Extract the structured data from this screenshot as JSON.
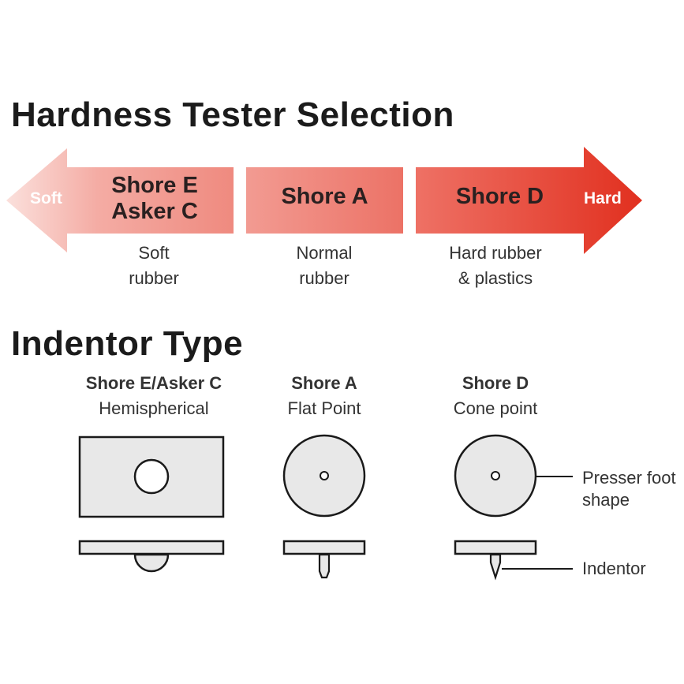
{
  "section1": {
    "title": "Hardness Tester Selection",
    "end_soft": "Soft",
    "end_hard": "Hard",
    "scales": [
      {
        "name_line1": "Shore E",
        "name_line2": "Asker C",
        "desc_line1": "Soft",
        "desc_line2": "rubber"
      },
      {
        "name_line1": "Shore A",
        "name_line2": "",
        "desc_line1": "Normal",
        "desc_line2": "rubber"
      },
      {
        "name_line1": "Shore D",
        "name_line2": "",
        "desc_line1": "Hard rubber",
        "desc_line2": "& plastics"
      }
    ]
  },
  "section2": {
    "title": "Indentor Type",
    "types": [
      {
        "scale": "Shore E/Asker C",
        "shape": "Hemispherical"
      },
      {
        "scale": "Shore A",
        "shape": "Flat Point"
      },
      {
        "scale": "Shore D",
        "shape": "Cone point"
      }
    ],
    "callouts": {
      "presser_foot_line1": "Presser foot",
      "presser_foot_line2": "shape",
      "indentor": "Indentor"
    }
  },
  "colors": {
    "arrow_light": "#f6c4be",
    "arrow_mid": "#ef8075",
    "arrow_dark": "#e4392c",
    "outline": "#1a1a1a",
    "shape_fill": "#e8e8e8"
  }
}
